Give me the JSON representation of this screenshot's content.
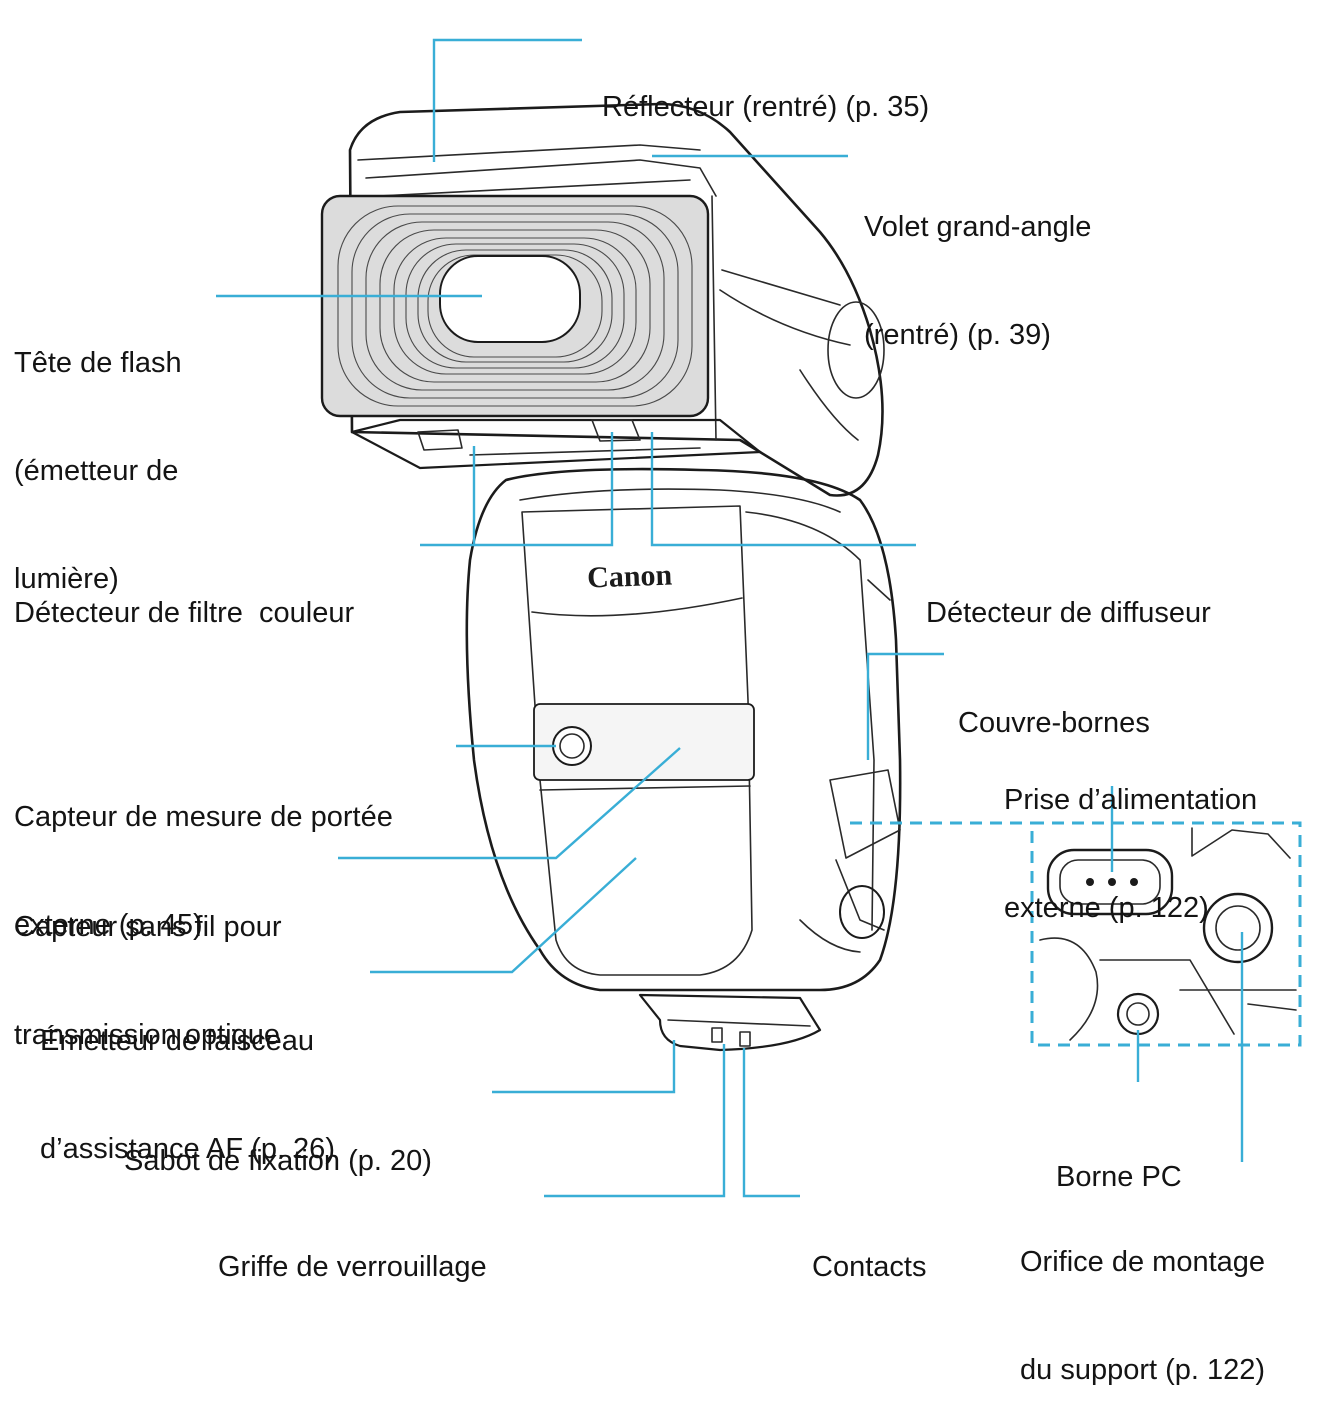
{
  "brand": "Canon",
  "colors": {
    "leader": "#39aed6",
    "ink": "#1b1b1b",
    "background": "#ffffff"
  },
  "labels": {
    "reflector": [
      "Réflecteur (rentré) (p. 35)"
    ],
    "wide_panel": [
      "Volet grand-angle",
      "(rentré) (p. 39)"
    ],
    "flash_head": [
      "Tête de flash",
      "(émetteur de",
      "lumière)"
    ],
    "color_filter_detector": [
      "Détecteur de filtre  couleur"
    ],
    "diffuser_detector": [
      "Détecteur de diffuseur"
    ],
    "terminal_cover": [
      "Couvre-bornes"
    ],
    "range_sensor": [
      "Capteur de mesure de portée",
      "externe (p. 45)"
    ],
    "power_socket": [
      "Prise d’alimentation",
      "externe (p. 122)"
    ],
    "wireless_sensor": [
      "Capteur sans fil pour",
      "transmission optique"
    ],
    "af_emitter": [
      "Émetteur de faisceau",
      "d’assistance AF (p. 26)"
    ],
    "mounting_foot": [
      "Sabot de fixation (p. 20)"
    ],
    "pc_terminal": [
      "Borne PC"
    ],
    "locking_pin": [
      "Griffe de verrouillage"
    ],
    "contacts": [
      "Contacts"
    ],
    "mount_hole": [
      "Orifice de montage",
      "du support (p. 122)"
    ]
  }
}
